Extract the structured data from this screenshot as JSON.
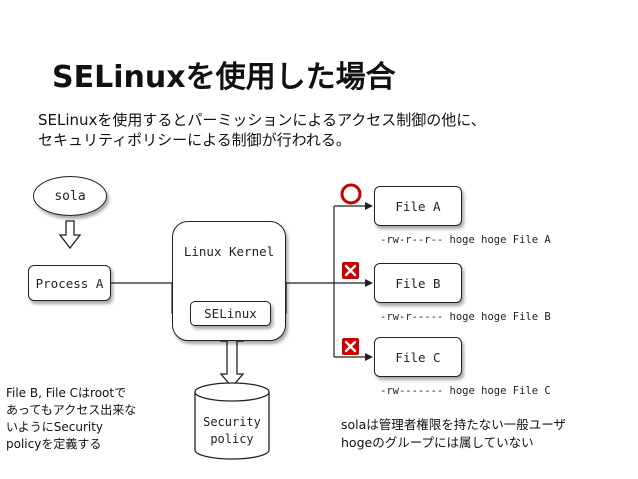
{
  "title": "SELinuxを使用した場合",
  "description": {
    "line1": "SELinuxを使用するとパーミッションによるアクセス制御の他に、",
    "line2": "セキュリティポリシーによる制御が行われる。"
  },
  "nodes": {
    "sola": "sola",
    "process": "Process A",
    "kernel": "Linux Kernel",
    "selinux": "SELinux",
    "policy_line1": "Security",
    "policy_line2": "policy",
    "file_a": "File A",
    "file_b": "File B",
    "file_c": "File C"
  },
  "permissions": {
    "file_a": "-rw-r--r-- hoge hoge File A",
    "file_b": "-rw-r----- hoge hoge File B",
    "file_c": "-rw------- hoge hoge File C"
  },
  "access": {
    "file_a": "allowed",
    "file_b": "denied",
    "file_c": "denied"
  },
  "colors": {
    "allowed": "#cc0000",
    "denied": "#cc0000",
    "line": "#222222"
  },
  "notes": {
    "left": [
      "File B, File Cはrootで",
      "あってもアクセス出来な",
      "いようにSecurity",
      "policyを定義する"
    ],
    "right": [
      "solaは管理者権限を持たない一般ユーザ",
      "hogeのグループには属していない"
    ]
  }
}
